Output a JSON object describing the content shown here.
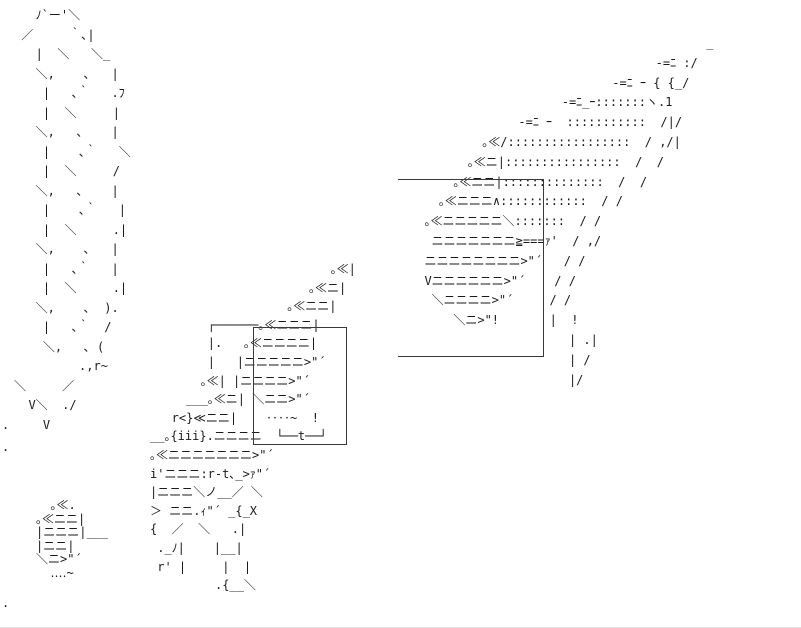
{
  "art": {
    "left_figure": [
      "   ﾉ`ー'＼",
      " ／     ｀､|",
      "   |  ＼   ＼_",
      "   ＼,    ､   |",
      "    |   ､｀   .ﾌ",
      "    |  ＼     |",
      "   ＼,   ､    |",
      "    |    ､｀   ＼",
      "    |  ＼     /",
      "   ＼,   ､    |",
      "    |    ､｀   |",
      "    |  ＼     .|",
      "   ＼,    ､   |",
      "    |   ､｀   |",
      "    |  ＼     .|",
      "   ＼,    ､  ).",
      "    |   ､｀  /",
      "    ＼,   ､ (",
      "         .,r~",
      "＼     ／",
      "  V＼  ./",
      "    V"
    ],
    "right_blade": [
      "                                         _",
      "                                  -=ﾆ :/",
      "                            -=ﾆ ｰ { {_/",
      "                     -=ﾆ_ｰ:::::::ヽ.1",
      "               -=ﾆ ｰ  :::::::::::  /|/",
      "          ｡≪/:::::::::::::::::  / ,/|",
      "        ｡≪ニ|::::::::::::::::  /  /",
      "      ｡≪ニニ|::::::::::::::  /  /",
      "    ｡≪ニニニ∧::::::::::::  / /",
      "  ｡≪ニニニニニ＼:::::::  / /",
      "   ニニニニニニニ≧===ｧ'  / ,/",
      "  ニニニニニニニニ>\"´   / /",
      "  Vニニニニニニ>\"´    / /",
      "   ＼ニニニニ>\"´     / /",
      "      ＼ニ>\"!       |  !",
      "                      | .|",
      "                      | /",
      "                      |/"
    ],
    "middle_stairs": [
      "                         ｡≪|",
      "                      ｡≪ニ|",
      "                   ｡≪ニニ|",
      "        ┌──────｡≪ニニニ|",
      "        |.   ｡≪ニニニニ|",
      "        |   |ニニニニニ>\"´",
      "       ｡≪| |ニニニニ>\"´",
      "     ___｡≪ニ| ＼ニニ>\"´",
      "   r<}≪ニニ|    ‥‥~  !",
      "__｡{iii}.ニニニニ  └──t──┘",
      "｡≪ニニニニニニニ>\"´",
      "i'ニニニ:r-t､_>ｧ\"´",
      "|ニニニ＼ノ__／ ＼",
      "＞ ニニ.ｨ\"´ _{_X",
      "{  ／  ＼   .|",
      " ._ﾉ|    |__|",
      " r' |     |  |",
      "         .{__＼"
    ],
    "lower_left": [
      "  ｡≪.",
      "｡≪ニニ|",
      "|ニニニ|___",
      "|ニニ|",
      "＼ニ>\"´",
      "  ‥‥~"
    ],
    "misc": [
      ".",
      ".",
      "."
    ]
  }
}
